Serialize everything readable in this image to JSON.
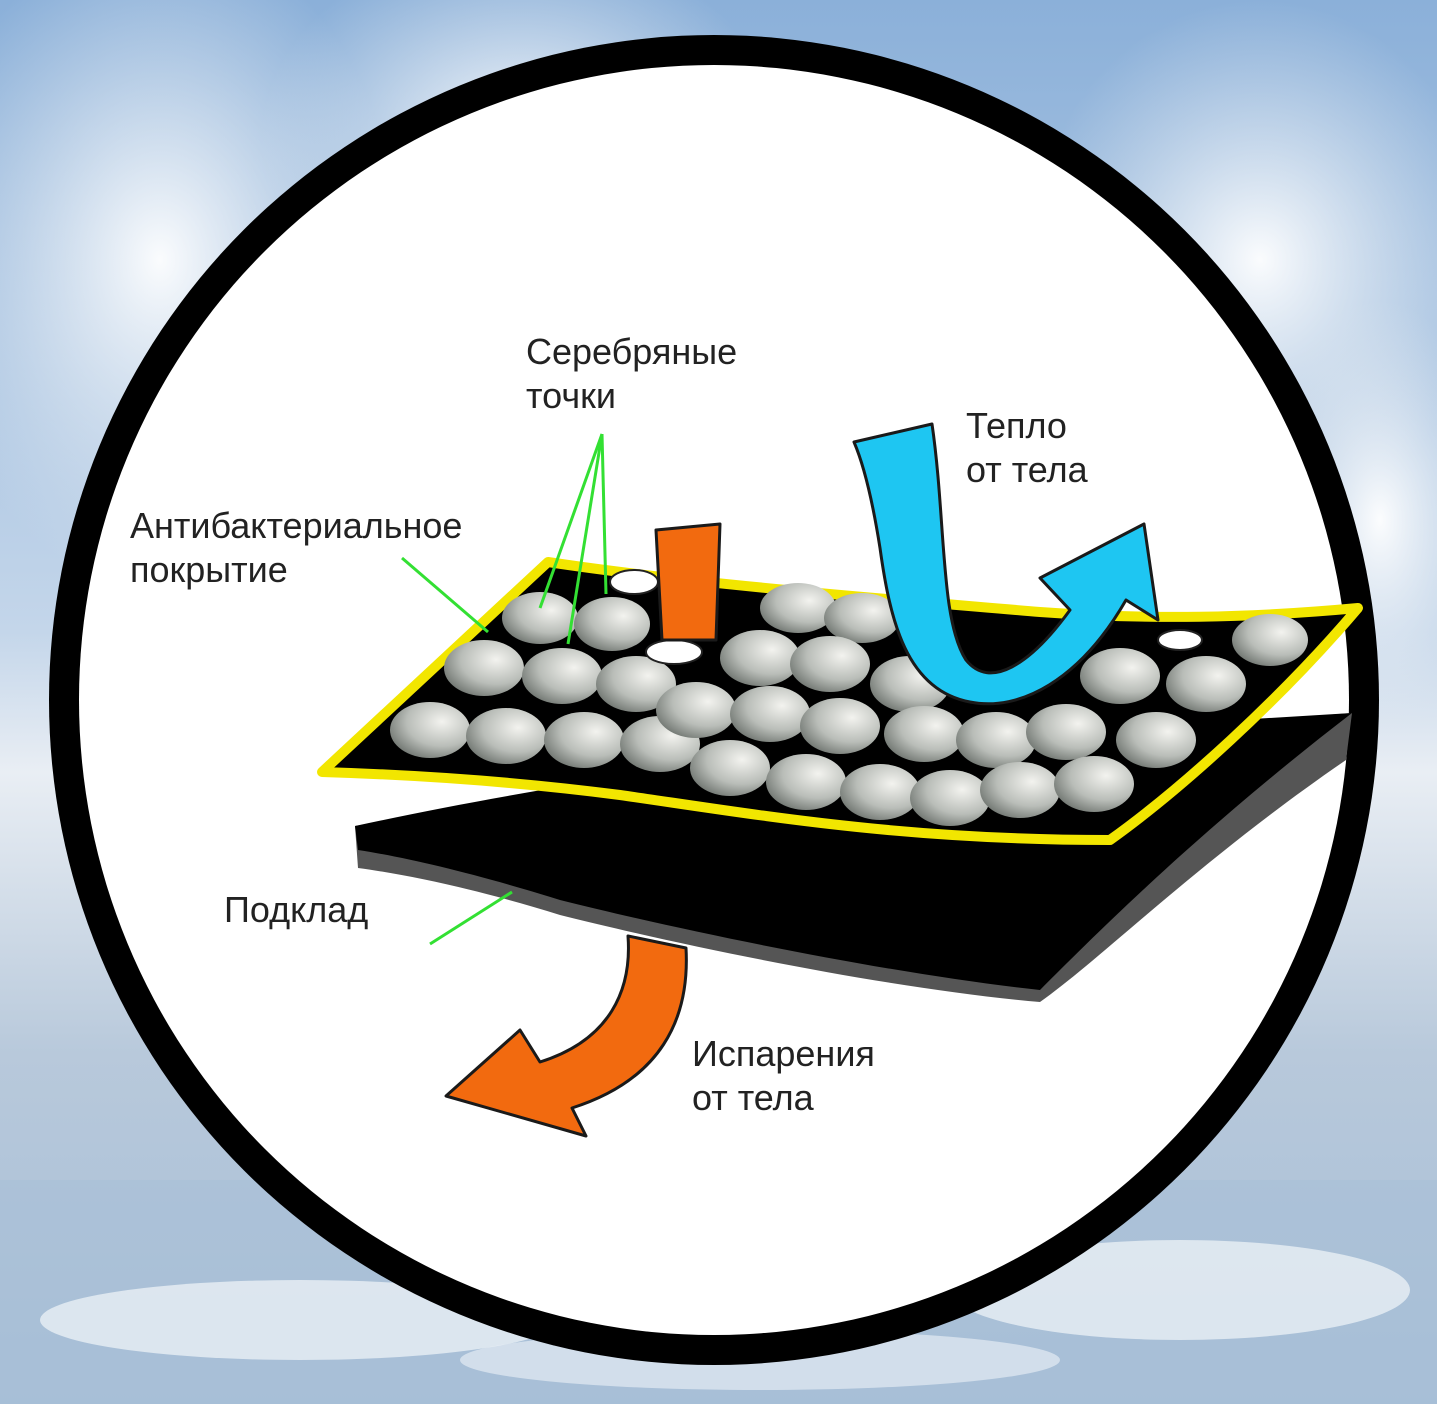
{
  "labels": {
    "silver_dots": [
      "Серебряные",
      "точки"
    ],
    "antibacterial": [
      "Антибактериальное",
      "покрытие"
    ],
    "body_heat": [
      "Тепло",
      "от тела"
    ],
    "lining": "Подклад",
    "evaporation": [
      "Испарения",
      "от тела"
    ]
  },
  "colors": {
    "ring": "#000000",
    "inner_circle": "#ffffff",
    "top_layer": "#000000",
    "top_layer_border": "#f2e600",
    "lining_layer": "#000000",
    "lining_edge": "#555555",
    "dot_fill_light": "#f0f0ec",
    "dot_fill_dark": "#6f7570",
    "heat_arrow": "#1ec6f2",
    "vapor_arrow": "#f26a0f",
    "leader_lines": "#33e033",
    "sky": "#8fb6dd",
    "snow": "#eef3f8",
    "water": "#9bb4cf"
  },
  "icons": {
    "heat_arrow": "u-turn-arrow-up-icon",
    "vapor_arrow": "curved-arrow-down-left-icon",
    "vapor_arrow_top": "arrow-up-bar-icon"
  }
}
